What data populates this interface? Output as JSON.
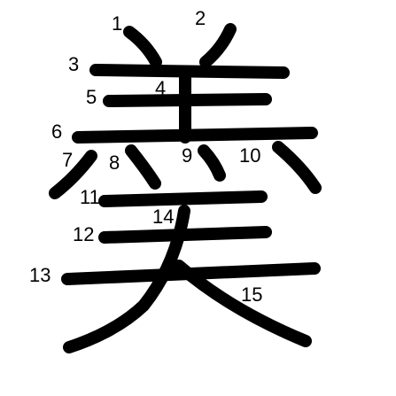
{
  "diagram": {
    "stroke_color": "#000000",
    "background": "#ffffff",
    "stroke_numbers": [
      "1",
      "2",
      "3",
      "4",
      "5",
      "6",
      "7",
      "8",
      "9",
      "10",
      "11",
      "12",
      "13",
      "14",
      "15"
    ]
  }
}
